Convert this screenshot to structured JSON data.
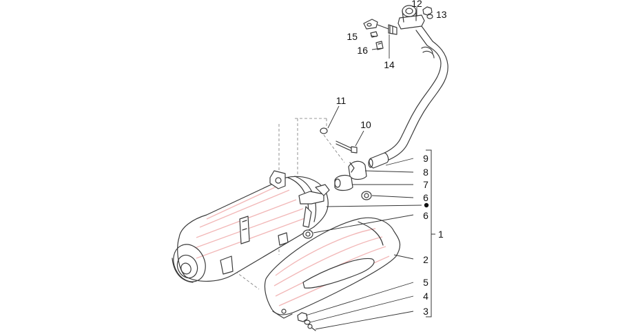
{
  "callouts": {
    "c1": "1",
    "c2": "2",
    "c3": "3",
    "c4": "4",
    "c5": "5",
    "c6a": "6",
    "c6b": "6",
    "c7": "7",
    "c8": "8",
    "c9": "9",
    "c10": "10",
    "c11": "11",
    "c12": "12",
    "c13": "13",
    "c14": "14",
    "c15": "15",
    "c16": "16"
  },
  "colors": {
    "line": "#3a3a3a",
    "shading": "#f2b8b8"
  },
  "icons": {
    "set_marker": "bullet-dot"
  }
}
